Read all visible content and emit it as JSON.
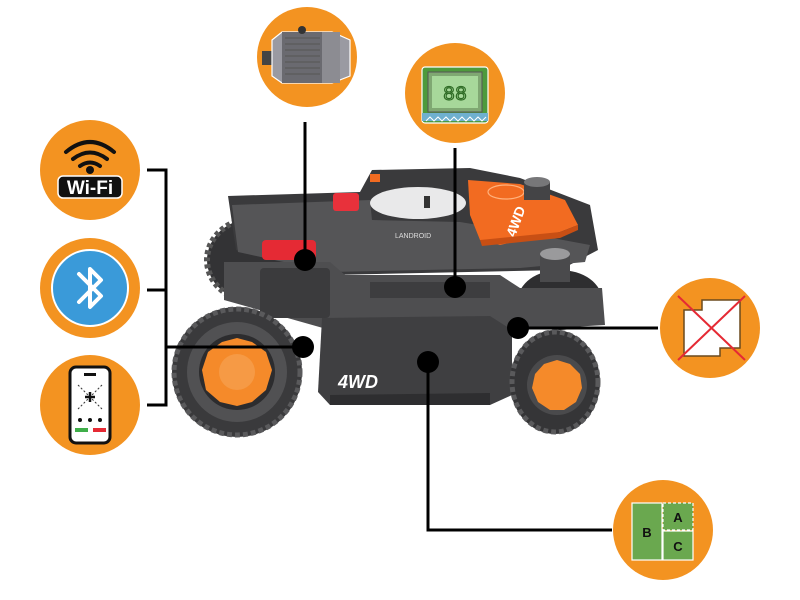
{
  "diagram": {
    "subject": "4WD robotic lawn mower",
    "accent_color": "#f39321",
    "line_color": "#000000",
    "mower": {
      "badge_text": "4WD",
      "hood_badge_text": "4WD",
      "brand_text": "LANDROID",
      "body_color": "#4a4a4c",
      "hood_color": "#f26b21",
      "hub_color": "#f58a2a"
    },
    "callouts": [
      {
        "id": "wifi",
        "icon": "wifi-icon",
        "label": "Wi-Fi",
        "position": "left-top"
      },
      {
        "id": "bluetooth",
        "icon": "bluetooth-icon",
        "label": "",
        "position": "left-middle"
      },
      {
        "id": "app",
        "icon": "smartphone-app-control-icon",
        "label": "",
        "position": "left-bottom"
      },
      {
        "id": "motor",
        "icon": "brushless-motor-icon",
        "label": "",
        "position": "top-left"
      },
      {
        "id": "display",
        "icon": "lcd-display-icon",
        "label": "88",
        "position": "top-right"
      },
      {
        "id": "no-boundary",
        "icon": "no-boundary-wire-icon",
        "label": "",
        "position": "right"
      },
      {
        "id": "multizone",
        "icon": "multi-zone-icon",
        "zones": [
          "B",
          "A",
          "C"
        ],
        "position": "bottom-right"
      }
    ]
  }
}
